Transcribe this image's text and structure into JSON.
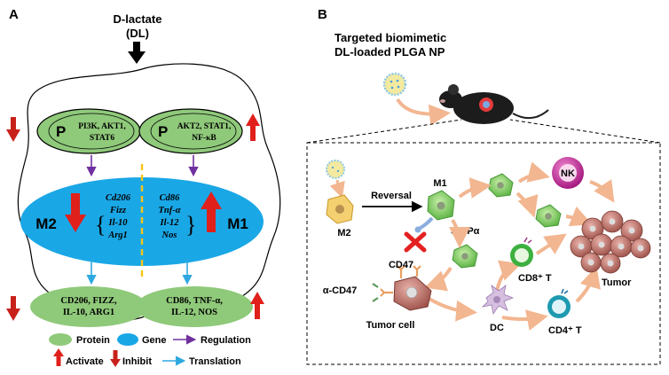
{
  "panel_a": {
    "label": "A",
    "dl_title_line1": "D-lactate",
    "dl_title_line2": "(DL)",
    "p_left": {
      "letter": "P",
      "line1": "PI3K, AKT1,",
      "line2": "STAT6"
    },
    "p_right": {
      "letter": "P",
      "line1": "AKT2, STAT1,",
      "line2": "NF-κB"
    },
    "m2_label": "M2",
    "m1_label": "M1",
    "m2_genes": [
      "Cd206",
      "Fizz",
      "Il-10",
      "Arg1"
    ],
    "m1_genes": [
      "Cd86",
      "Tnf-α",
      "Il-12",
      "Nos"
    ],
    "prot_left": {
      "line1": "CD206, FIZZ,",
      "line2": "IL-10, ARG1"
    },
    "prot_right": {
      "line1": "CD86, TNF-α,",
      "line2": "IL-12, NOS"
    },
    "legend": {
      "protein": "Protein",
      "gene": "Gene",
      "regulation": "Regulation",
      "activate": "Activate",
      "inhibit": "Inhibit",
      "translation": "Translation"
    }
  },
  "panel_b": {
    "label": "B",
    "title_line1": "Targeted biomimetic",
    "title_line2": "DL-loaded PLGA NP",
    "reversal": "Reversal",
    "m1": "M1",
    "m2": "M2",
    "sirpa": "SIRPα",
    "nk": "NK",
    "cd47": "CD47",
    "anti_cd47": "α-CD47",
    "tumor_cell": "Tumor cell",
    "dc": "DC",
    "cd8": "CD8⁺ T",
    "cd4": "CD4⁺ T",
    "tumor": "Tumor"
  },
  "colors": {
    "protein_green": "#8fc97a",
    "gene_blue": "#1aa7e6",
    "regulation_purple": "#7030a0",
    "translation_blue": "#2ea9e0",
    "activate_red": "#e0201b",
    "inhibit_red": "#c8211c",
    "flow_arrow": "#f2b690",
    "divider_yellow": "#f5c518",
    "cell_green": "#8fd470",
    "tumor_brown": "#b7716a",
    "nk_magenta": "#c2168f"
  }
}
